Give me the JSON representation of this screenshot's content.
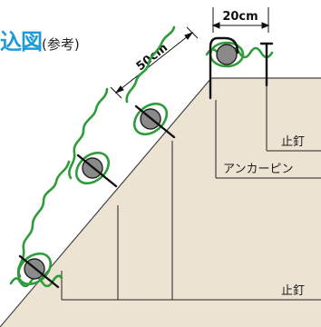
{
  "title": {
    "main": "込図",
    "note": "(参考)"
  },
  "dimensions": {
    "width": "20cm",
    "spacing": "50cm"
  },
  "labels": {
    "stake_top": "止釘",
    "anchor_pin": "アンカーピン",
    "stake_bottom": "止釘"
  },
  "colors": {
    "slope_fill": "#ede3d3",
    "vine": "#2e9c3a",
    "title": "#1f9ad6",
    "line": "#222222",
    "pot": "#8a8a8a"
  },
  "icons": [
    "vine-plant-icon",
    "root-ball-icon",
    "anchor-pin-icon",
    "stake-nail-icon"
  ]
}
